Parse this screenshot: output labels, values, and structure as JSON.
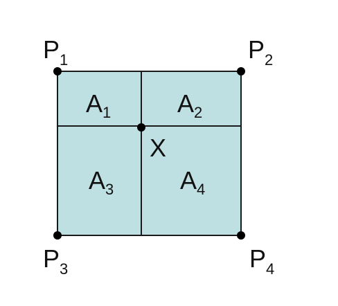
{
  "colors": {
    "fill": "#bfe0e3",
    "stroke": "#1a1a1a",
    "point": "#000000",
    "background": "#ffffff"
  },
  "corners": {
    "p1": {
      "main": "P",
      "sub": "1"
    },
    "p2": {
      "main": "P",
      "sub": "2"
    },
    "p3": {
      "main": "P",
      "sub": "3"
    },
    "p4": {
      "main": "P",
      "sub": "4"
    }
  },
  "regions": {
    "a1": {
      "main": "A",
      "sub": "1"
    },
    "a2": {
      "main": "A",
      "sub": "2"
    },
    "a3": {
      "main": "A",
      "sub": "3"
    },
    "a4": {
      "main": "A",
      "sub": "4"
    }
  },
  "center": {
    "label": "X"
  }
}
